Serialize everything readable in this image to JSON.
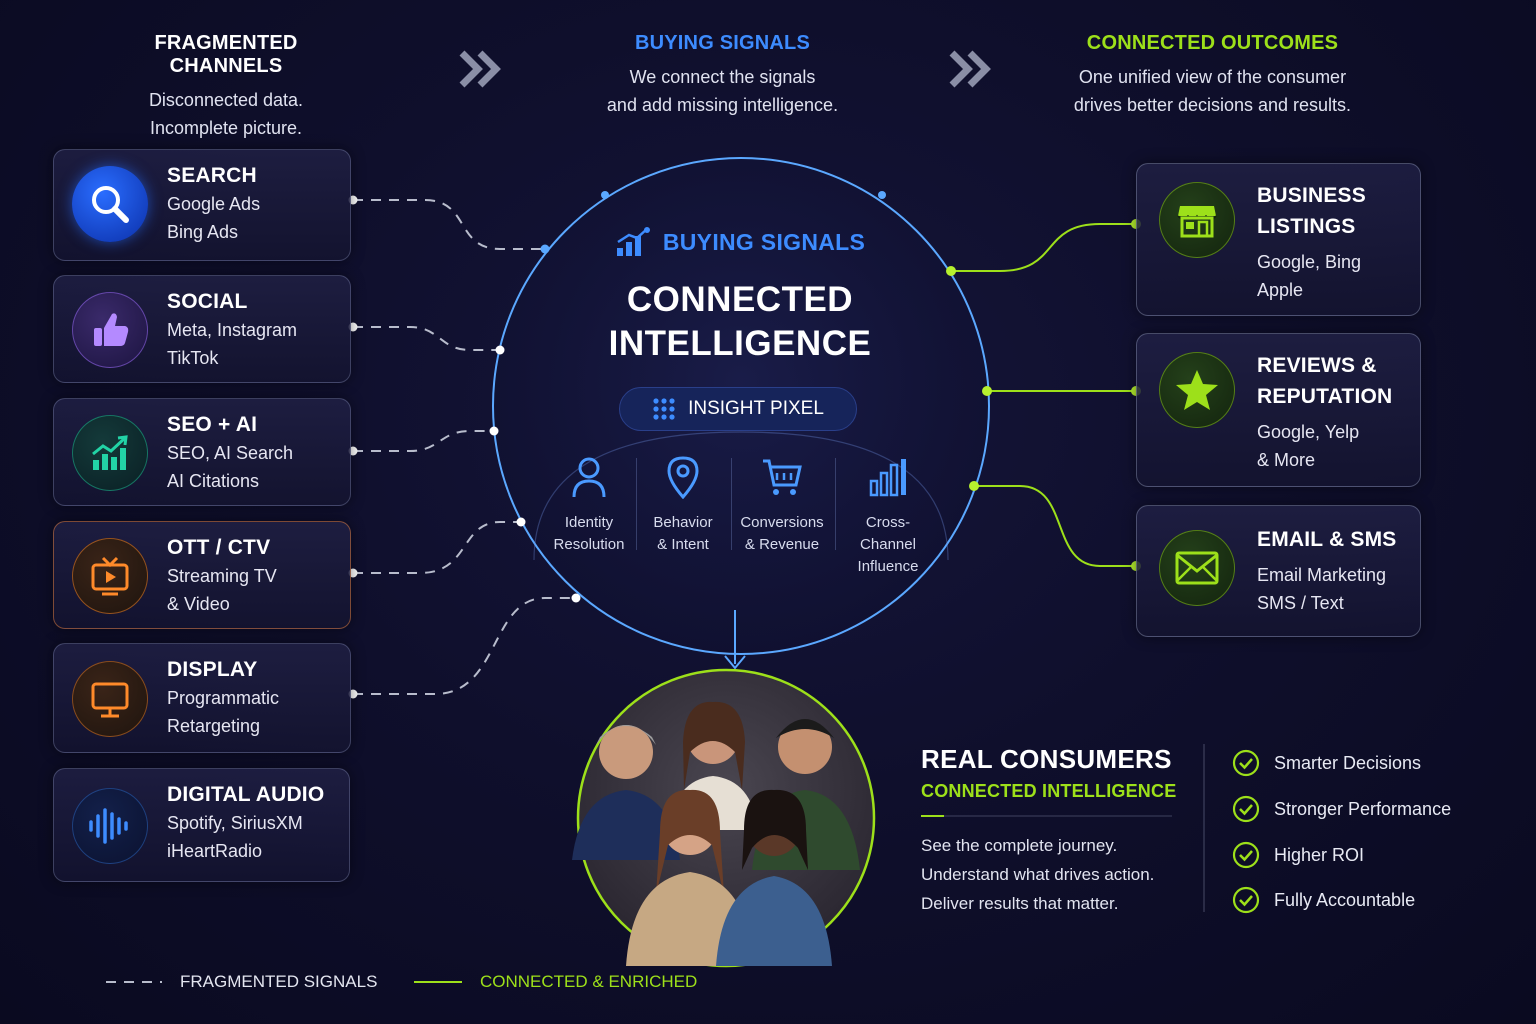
{
  "headers": {
    "fragmented": {
      "title": "FRAGMENTED CHANNELS",
      "line1": "Disconnected data.",
      "line2": "Incomplete picture."
    },
    "buying": {
      "title": "BUYING SIGNALS",
      "line1": "We connect the signals",
      "line2": "and add missing intelligence."
    },
    "outcomes": {
      "title": "CONNECTED OUTCOMES",
      "line1": "One unified view of the consumer",
      "line2": "drives better decisions and results."
    }
  },
  "channels": [
    {
      "title": "SEARCH",
      "line1": "Google Ads",
      "line2": "Bing Ads",
      "icon": "search-icon"
    },
    {
      "title": "SOCIAL",
      "line1": "Meta, Instagram",
      "line2": "TikTok",
      "icon": "thumbs-up-icon"
    },
    {
      "title": "SEO + AI",
      "line1": "SEO, AI Search",
      "line2": "AI Citations",
      "icon": "growth-chart-icon"
    },
    {
      "title": "OTT / CTV",
      "line1": "Streaming TV",
      "line2": "& Video",
      "icon": "tv-icon"
    },
    {
      "title": "DISPLAY",
      "line1": "Programmatic",
      "line2": "Retargeting",
      "icon": "monitor-icon"
    },
    {
      "title": "DIGITAL AUDIO",
      "line1": "Spotify, SiriusXM",
      "line2": "iHeartRadio",
      "icon": "audio-wave-icon"
    }
  ],
  "center": {
    "kicker": "BUYING SIGNALS",
    "title1": "CONNECTED",
    "title2": "INTELLIGENCE",
    "pill": "INSIGHT PIXEL",
    "metrics": [
      {
        "line1": "Identity",
        "line2": "Resolution",
        "icon": "person-icon"
      },
      {
        "line1": "Behavior",
        "line2": "& Intent",
        "icon": "location-pin-icon"
      },
      {
        "line1": "Conversions",
        "line2": "& Revenue",
        "icon": "cart-icon"
      },
      {
        "line1": "Cross-Channel",
        "line2": "Influence",
        "icon": "bar-chart-icon"
      }
    ]
  },
  "outcomes": [
    {
      "title1": "BUSINESS",
      "title2": "LISTINGS",
      "line1": "Google, Bing",
      "line2": "Apple",
      "icon": "storefront-icon"
    },
    {
      "title1": "REVIEWS &",
      "title2": "REPUTATION",
      "line1": "Google, Yelp",
      "line2": "& More",
      "icon": "star-icon"
    },
    {
      "title1": "EMAIL & SMS",
      "line1": "Email Marketing",
      "line2": "SMS / Text",
      "icon": "envelope-icon"
    }
  ],
  "consumers": {
    "title": "REAL CONSUMERS",
    "subtitle": "CONNECTED INTELLIGENCE",
    "line1": "See the complete journey.",
    "line2": "Understand what drives action.",
    "line3": "Deliver results that matter."
  },
  "benefits": [
    "Smarter Decisions",
    "Stronger Performance",
    "Higher ROI",
    "Fully Accountable"
  ],
  "legend": {
    "fragmented": "FRAGMENTED SIGNALS",
    "connected": "CONNECTED & ENRICHED"
  },
  "colors": {
    "blue": "#3d8cff",
    "green": "#9de01a",
    "orange": "#ff8a2a",
    "purple": "#a070ff",
    "teal": "#22d3a6"
  }
}
